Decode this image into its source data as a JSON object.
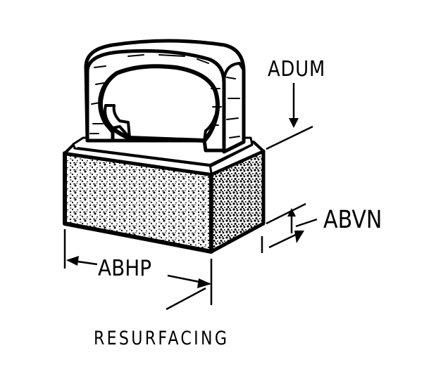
{
  "labels": {
    "top_dimension": "ADUM",
    "side_dimension": "ABVN",
    "bottom_dimension": "ABHP"
  },
  "caption": "RESURFACING",
  "colors": {
    "ink": "#000000",
    "paper": "#ffffff"
  }
}
